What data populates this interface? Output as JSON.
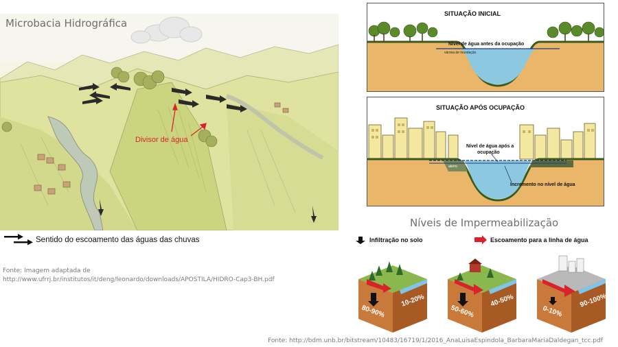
{
  "left": {
    "title": "Microbacia Hidrográfica",
    "divisor_label": "Divisor de água",
    "legend_label": "Sentido do escoamento das águas das chuvas",
    "source_line1": "Fonte: Imagem adaptada de",
    "source_line2": "http://www.ufrrj.br/institutos/it/deng/leonardo/downloads/APOSTILA/HIDRO-Cap3-BH.pdf"
  },
  "right_top": {
    "panel1_title": "SITUAÇÃO INICIAL",
    "panel1_level_label": "Nível de água antes da ocupação",
    "panel1_small_label": "várzea de inundação",
    "panel2_title": "SITUAÇÃO APÓS OCUPAÇÃO",
    "panel2_level_label_1": "Nível de água após a",
    "panel2_level_label_2": "ocupação",
    "panel2_small_label": "aterro",
    "panel2_increment_label": "Incremento no nível de água"
  },
  "right_bottom": {
    "title": "Níveis de Impermeabilização",
    "legend_infiltration": "Infiltração no solo",
    "legend_runoff": "Escoamento para a linha de água",
    "blocks": [
      {
        "infiltration": "80-90%",
        "runoff": "10-20%"
      },
      {
        "infiltration": "50-60%",
        "runoff": "40-50%"
      },
      {
        "infiltration": "0-10%",
        "runoff": "90-100%"
      }
    ],
    "source": "Fonte: http://bdm.unb.br/bitstream/10483/16719/1/2016_AnaLuisaEspindola_BarbaraMariaDaldegan_tcc.pdf"
  },
  "colors": {
    "runoff_red": "#d9232a",
    "water_blue": "#8cc8e0",
    "soil_orange": "#e9b66a",
    "landscape_green": "#d7df9a"
  }
}
